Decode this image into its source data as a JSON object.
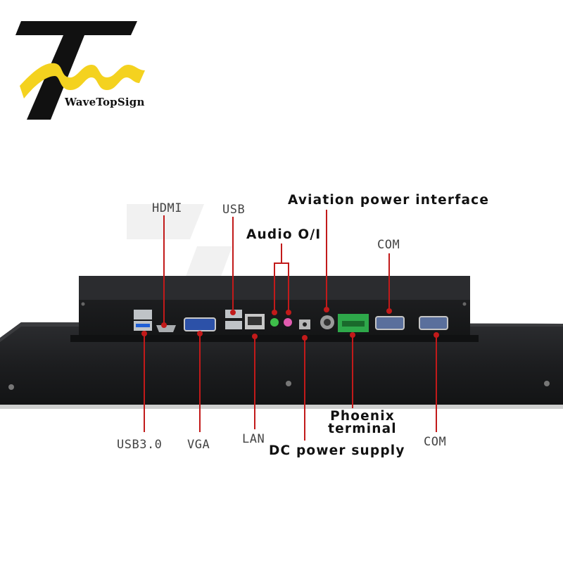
{
  "brand": {
    "name": "WaveTopSign",
    "logo_icon": "wavetopsign-logo-icon"
  },
  "labels": {
    "hdmi": "HDMI",
    "usb_top": "USB",
    "aviation": "Aviation power interface",
    "audio": "Audio O/I",
    "com_top": "COM",
    "usb3": "USB3.0",
    "vga": "VGA",
    "lan": "LAN",
    "phoenix_line1": "Phoenix",
    "phoenix_line2": "terminal",
    "dc": "DC power supply",
    "com_bottom": "COM"
  },
  "colors": {
    "callout_line": "#c21a1a",
    "logo_yellow": "#f4d21f",
    "logo_black": "#111111",
    "chassis": "#1b1c1e"
  }
}
